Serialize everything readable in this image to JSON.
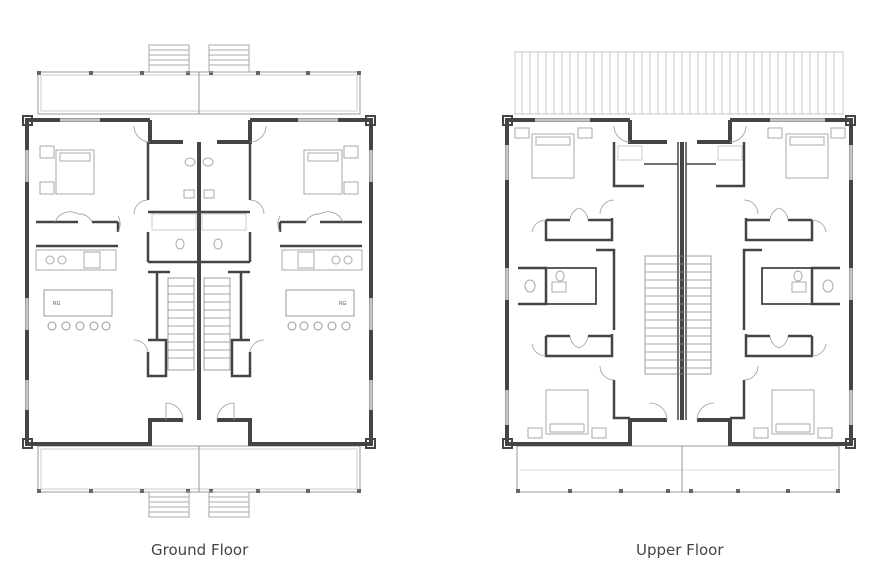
{
  "captions": {
    "ground": "Ground Floor",
    "upper": "Upper Floor"
  },
  "appliance_labels": {
    "left": "RG",
    "right": "RG"
  },
  "colors": {
    "wall": "#444444",
    "line": "#888888",
    "light": "#bbbbbb",
    "fixture": "#aaaaaa",
    "caption": "#444444"
  }
}
